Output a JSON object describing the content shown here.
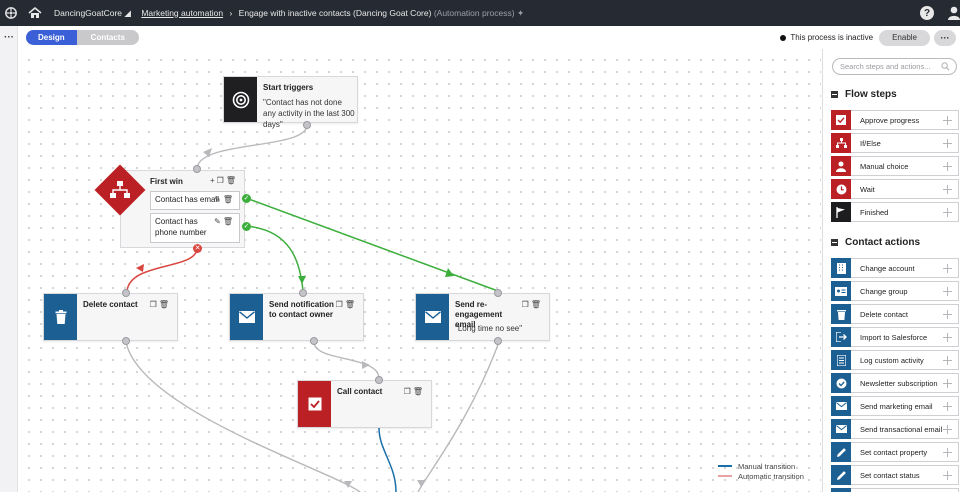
{
  "topbar": {
    "site": "DancingGoatCore",
    "section": "Marketing automation",
    "process": "Engage with inactive contacts (Dancing Goat Core)",
    "process_type": "(Automation process)",
    "help": "?"
  },
  "tabs": [
    {
      "label": "Design",
      "active": true
    },
    {
      "label": "Contacts",
      "active": false
    }
  ],
  "status": {
    "text": "This process is inactive",
    "enable_label": "Enable",
    "more_label": "···"
  },
  "gutter": {
    "more": "···"
  },
  "nodes": {
    "start": {
      "title": "Start triggers",
      "description": "\"Contact has not done any activity in the last 300 days\""
    },
    "ifelse": {
      "title": "First win",
      "conditions": [
        "Contact has email",
        "Contact has phone number"
      ]
    },
    "delete": {
      "title": "Delete contact"
    },
    "notify": {
      "title": "Send notification to contact owner"
    },
    "reengage": {
      "title": "Send re-engagement email",
      "description": "\"Long time no see\""
    },
    "call": {
      "title": "Call contact"
    }
  },
  "legend": {
    "manual": "Manual transition",
    "automatic": "Automatic transition",
    "manual_color": "#1b6fa8",
    "automatic_color": "#e7a3a3"
  },
  "panel": {
    "search_placeholder": "Search steps and actions...",
    "flow_steps_title": "Flow steps",
    "flow_steps": [
      {
        "label": "Approve progress",
        "icon": "check-square-icon",
        "color": "#bb2124"
      },
      {
        "label": "If/Else",
        "icon": "sitemap-icon",
        "color": "#bb2124"
      },
      {
        "label": "Manual choice",
        "icon": "user-choice-icon",
        "color": "#bb2124"
      },
      {
        "label": "Wait",
        "icon": "clock-icon",
        "color": "#bb2124"
      },
      {
        "label": "Finished",
        "icon": "flag-icon",
        "color": "#1d1d1f"
      }
    ],
    "contact_actions_title": "Contact actions",
    "contact_actions": [
      {
        "label": "Change account",
        "icon": "building-icon"
      },
      {
        "label": "Change group",
        "icon": "id-card-icon"
      },
      {
        "label": "Delete contact",
        "icon": "trash-icon"
      },
      {
        "label": "Import to Salesforce",
        "icon": "export-icon"
      },
      {
        "label": "Log custom activity",
        "icon": "list-icon"
      },
      {
        "label": "Newsletter subscription",
        "icon": "check-circle-icon"
      },
      {
        "label": "Send marketing email",
        "icon": "envelope-icon"
      },
      {
        "label": "Send transactional email",
        "icon": "envelope-icon"
      },
      {
        "label": "Set contact property",
        "icon": "pencil-icon"
      },
      {
        "label": "Set contact status",
        "icon": "pencil-icon"
      }
    ]
  }
}
